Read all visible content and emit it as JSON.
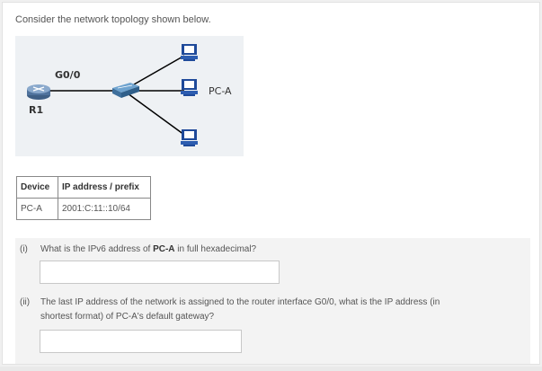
{
  "intro": "Consider the network topology shown below.",
  "topology": {
    "interface_label": "G0/0",
    "router_label": "R1",
    "pc_label": "PC-A"
  },
  "table": {
    "headers": [
      "Device",
      "IP address / prefix"
    ],
    "rows": [
      [
        "PC-A",
        "2001:C:11::10/64"
      ]
    ]
  },
  "questions": [
    {
      "num": "(i)",
      "text_before": "What is the IPv6 address of ",
      "bold": "PC-A",
      "text_after": " in full hexadecimal?",
      "answer": ""
    },
    {
      "num": "(ii)",
      "line1": "The last IP address of the network is assigned to the router interface G0/0, what is the IP address (in",
      "line2": "shortest format) of PC-A's default gateway?",
      "answer": ""
    }
  ],
  "colors": {
    "link": "#000000",
    "router": "#5b7fa8",
    "switch": "#4a88b8",
    "pc_monitor": "#1f4a9a",
    "pc_screen": "#ffffff"
  }
}
